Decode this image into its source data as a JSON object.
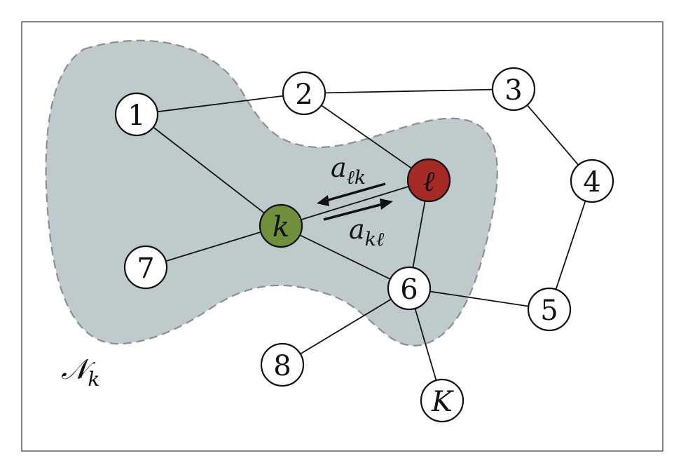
{
  "colors": {
    "neighborhood_fill": "#bfcacd",
    "neighborhood_border": "#8e8e8e",
    "node_fill": "#ffffff",
    "node_k_fill": "#6f8f3a",
    "node_l_fill": "#a52a24",
    "line": "#111111"
  },
  "nodes": [
    {
      "id": "1",
      "label": "1",
      "style": "plain"
    },
    {
      "id": "2",
      "label": "2",
      "style": "plain"
    },
    {
      "id": "3",
      "label": "3",
      "style": "plain"
    },
    {
      "id": "4",
      "label": "4",
      "style": "plain"
    },
    {
      "id": "5",
      "label": "5",
      "style": "plain"
    },
    {
      "id": "6",
      "label": "6",
      "style": "plain"
    },
    {
      "id": "7",
      "label": "7",
      "style": "plain"
    },
    {
      "id": "8",
      "label": "8",
      "style": "plain"
    },
    {
      "id": "K",
      "label": "K",
      "style": "italic"
    },
    {
      "id": "k",
      "label": "k",
      "style": "agent-k"
    },
    {
      "id": "l",
      "label": "ℓ",
      "style": "agent-l"
    }
  ],
  "edges": [
    [
      "1",
      "2"
    ],
    [
      "2",
      "3"
    ],
    [
      "3",
      "4"
    ],
    [
      "4",
      "5"
    ],
    [
      "1",
      "k"
    ],
    [
      "2",
      "l"
    ],
    [
      "k",
      "l"
    ],
    [
      "k",
      "7"
    ],
    [
      "k",
      "6"
    ],
    [
      "l",
      "6"
    ],
    [
      "6",
      "5"
    ],
    [
      "6",
      "8"
    ],
    [
      "6",
      "K"
    ]
  ],
  "annotations": {
    "weight_lk": {
      "base": "a",
      "subscript": "ℓk"
    },
    "weight_kl": {
      "base": "a",
      "subscript": "kℓ"
    },
    "neighborhood": {
      "base": "𝒩",
      "subscript": "k"
    }
  }
}
